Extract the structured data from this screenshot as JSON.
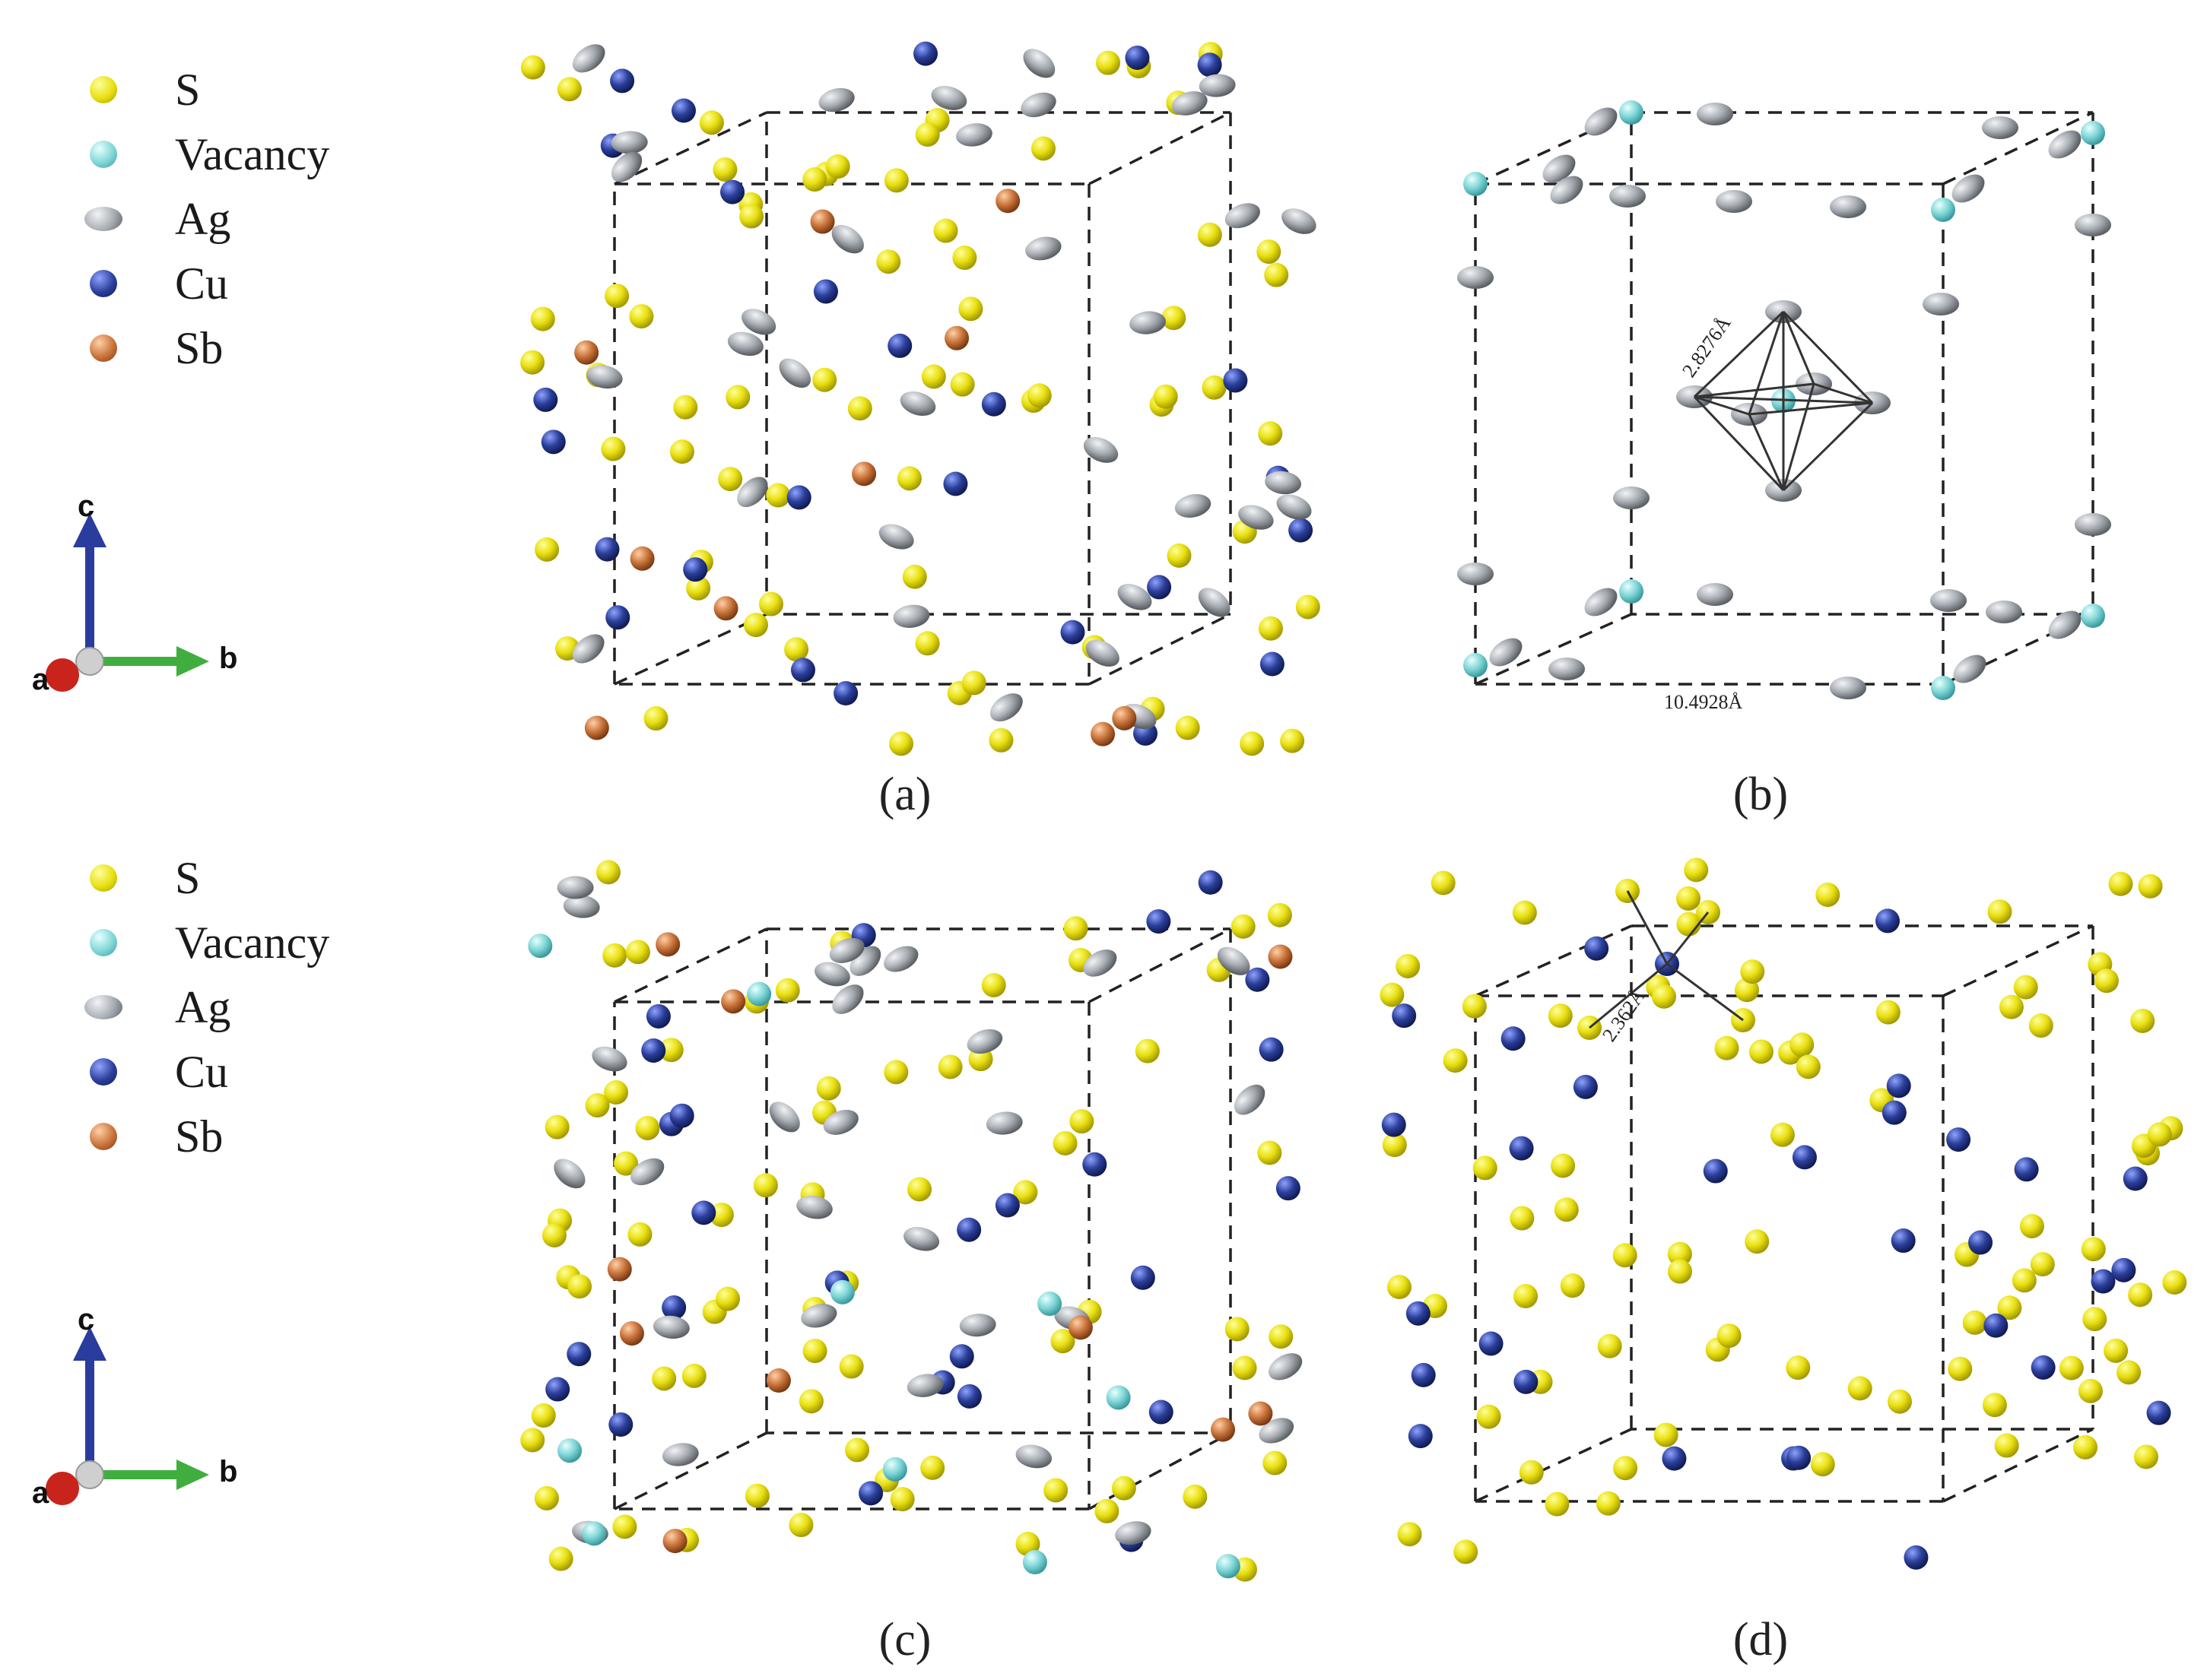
{
  "colors": {
    "S": "#e8df10",
    "Vacancy": "#7fd6d6",
    "Ag": "#a8adb3",
    "Cu": "#2b3f9a",
    "Sb": "#c9733a",
    "axis_c": "#2a3c9c",
    "axis_b": "#3fae3f",
    "axis_a": "#c8241c"
  },
  "legends": [
    {
      "items": [
        {
          "element": "S",
          "label": "S"
        },
        {
          "element": "Vacancy",
          "label": "Vacancy"
        },
        {
          "element": "Ag",
          "label": "Ag"
        },
        {
          "element": "Cu",
          "label": "Cu"
        },
        {
          "element": "Sb",
          "label": "Sb"
        }
      ]
    },
    {
      "items": [
        {
          "element": "S",
          "label": "S"
        },
        {
          "element": "Vacancy",
          "label": "Vacancy"
        },
        {
          "element": "Ag",
          "label": "Ag"
        },
        {
          "element": "Cu",
          "label": "Cu"
        },
        {
          "element": "Sb",
          "label": "Sb"
        }
      ]
    }
  ],
  "axes_labels": {
    "c": "c",
    "b": "b",
    "a": "a"
  },
  "panels": [
    {
      "id": "a",
      "label": "(a)"
    },
    {
      "id": "b",
      "label": "(b)",
      "annotations": {
        "octahedron_bond": "2.8276Å",
        "lattice_edge": "10.4928Å"
      }
    },
    {
      "id": "c",
      "label": "(c)"
    },
    {
      "id": "d",
      "label": "(d)",
      "annotations": {
        "cu_s_bond": "2.362Å"
      }
    }
  ]
}
